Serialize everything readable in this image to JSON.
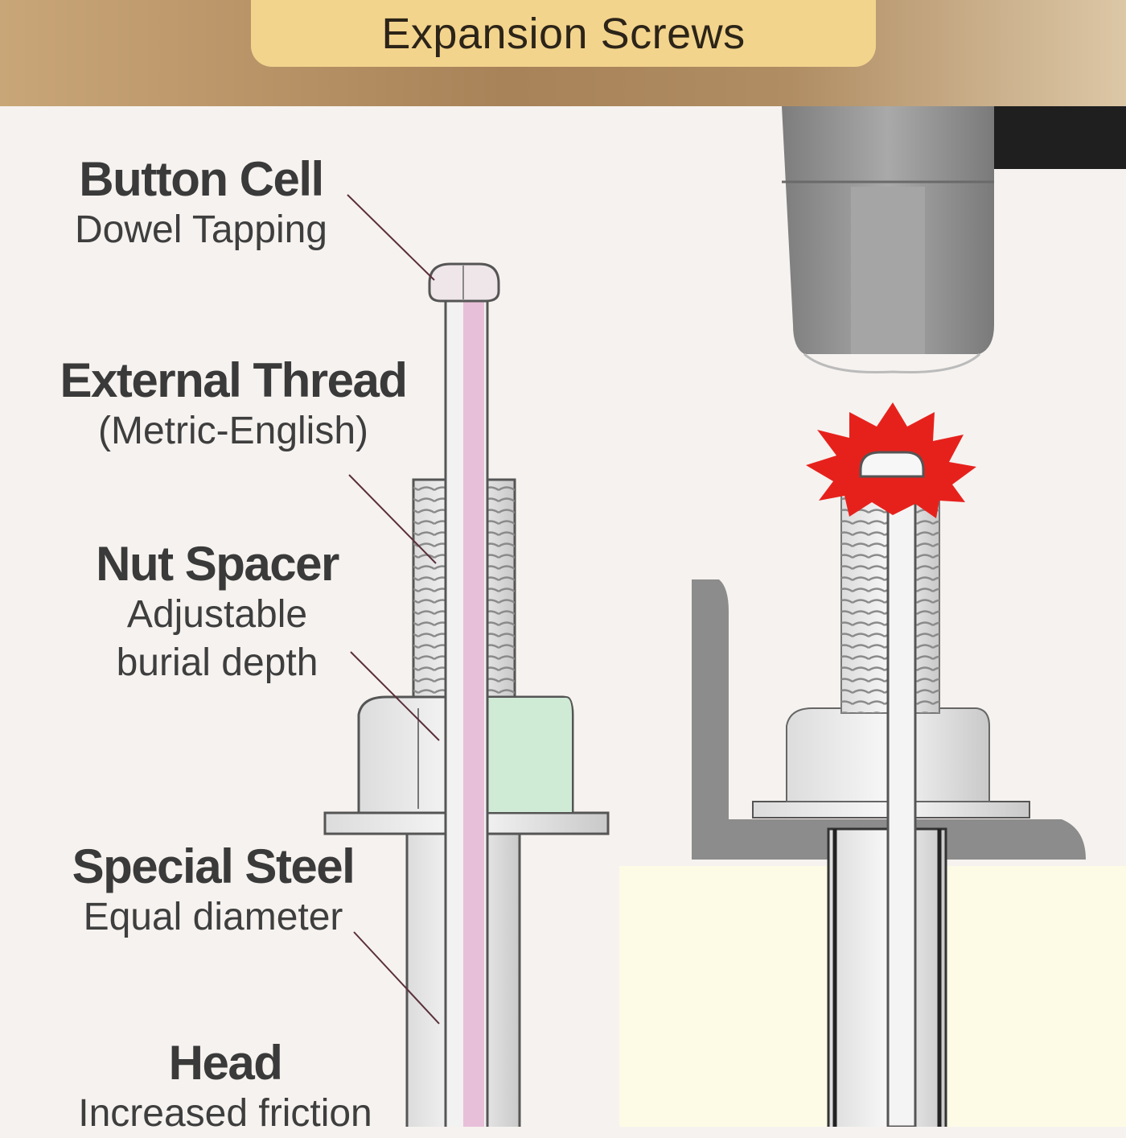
{
  "header": {
    "title": "Expansion Screws"
  },
  "labels": [
    {
      "title": "Button Cell",
      "lines": [
        "Dowel Tapping"
      ]
    },
    {
      "title": "External Thread",
      "lines": [
        "(Metric-English)"
      ]
    },
    {
      "title": "Nut Spacer",
      "lines": [
        "Adjustable",
        "burial depth"
      ]
    },
    {
      "title": "Special Steel",
      "lines": [
        "Equal diameter"
      ]
    },
    {
      "title": "Head",
      "lines": [
        "Increased friction"
      ]
    }
  ],
  "colors": {
    "header_gradient": [
      "#c9a677",
      "#a88258",
      "#dcc7a6"
    ],
    "title_pill": "#f3d48d",
    "rod_pink": "#e8bfd8",
    "nut_green": "#cfead5",
    "impact_burst": "#e6211c",
    "concrete_block": "#fdfbe6",
    "metal_gray": "#8c8c8c"
  }
}
